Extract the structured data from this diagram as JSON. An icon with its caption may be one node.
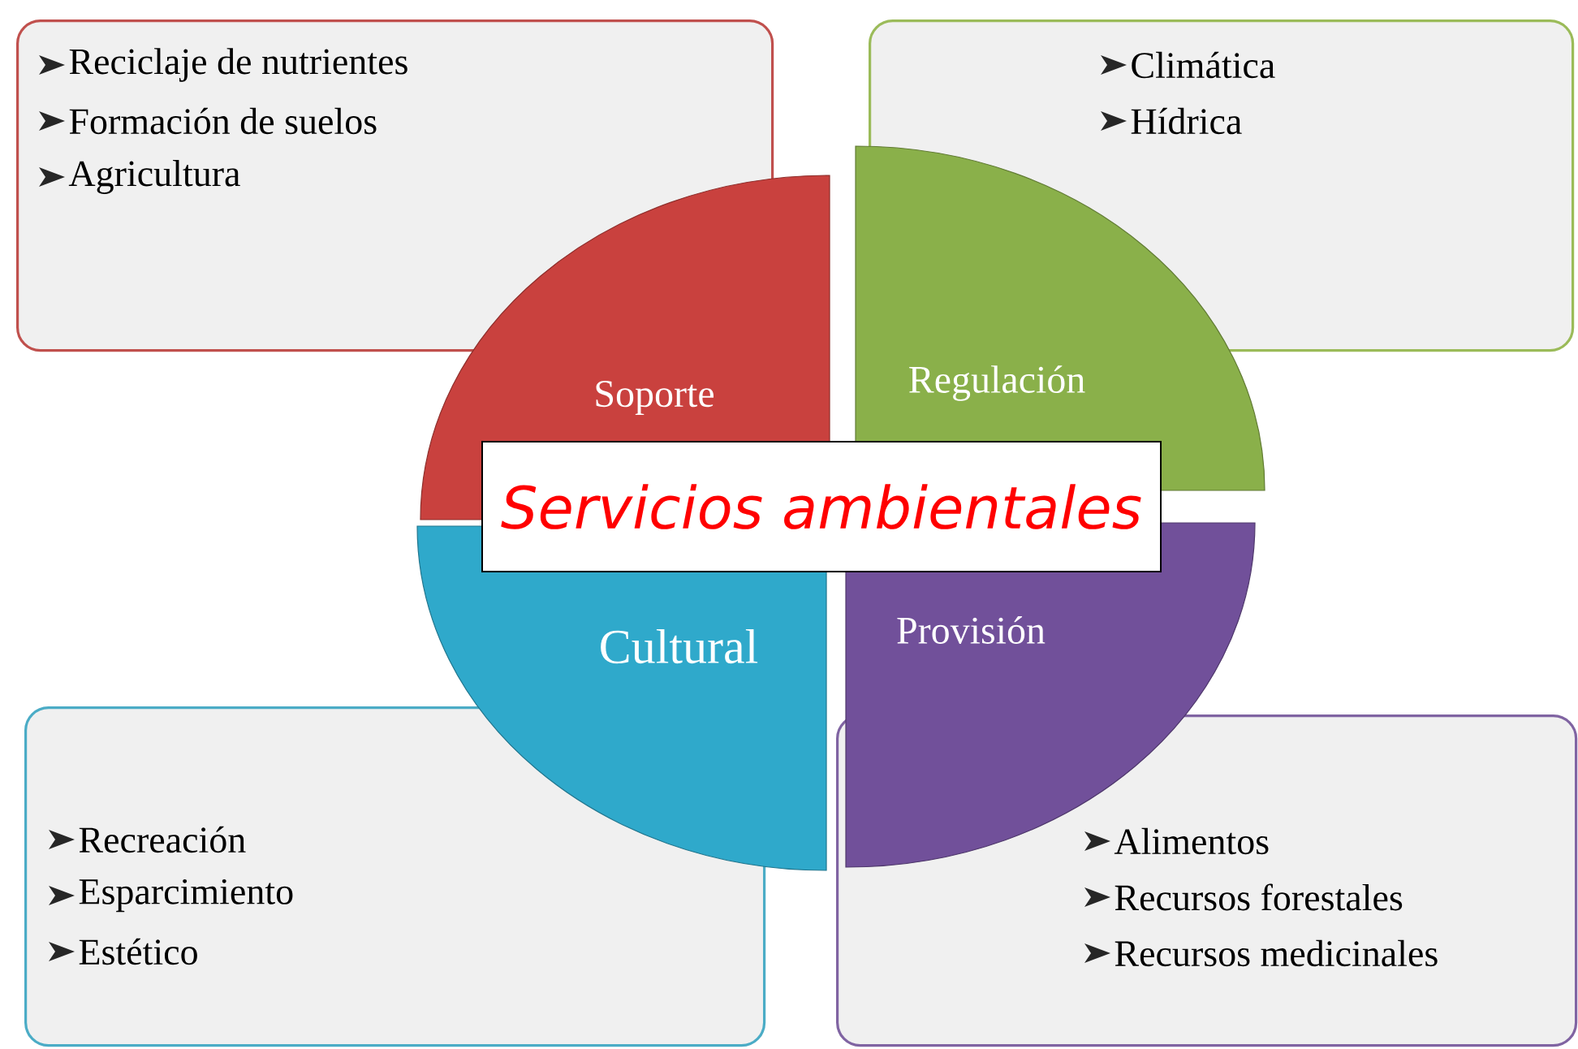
{
  "diagram": {
    "nodes": [
      {
        "text": [
          "Reciclaje de nutrientes",
          "Formación de suelos",
          "Agricultura"
        ]
      },
      {
        "text": [
          "Climática",
          "Hídrica"
        ]
      },
      {
        "text": [
          "Soporte"
        ]
      },
      {
        "text": [
          "Regulación"
        ]
      },
      {
        "text": [
          "Servicios ambientales"
        ]
      },
      {
        "text": [
          "Cultural"
        ]
      },
      {
        "text": [
          "Provisión"
        ]
      },
      {
        "text": [
          "Recreación",
          "Esparcimiento",
          "Estético"
        ]
      },
      {
        "text": [
          "Alimentos",
          "Recursos forestales",
          "Recursos medicinales"
        ]
      }
    ]
  }
}
